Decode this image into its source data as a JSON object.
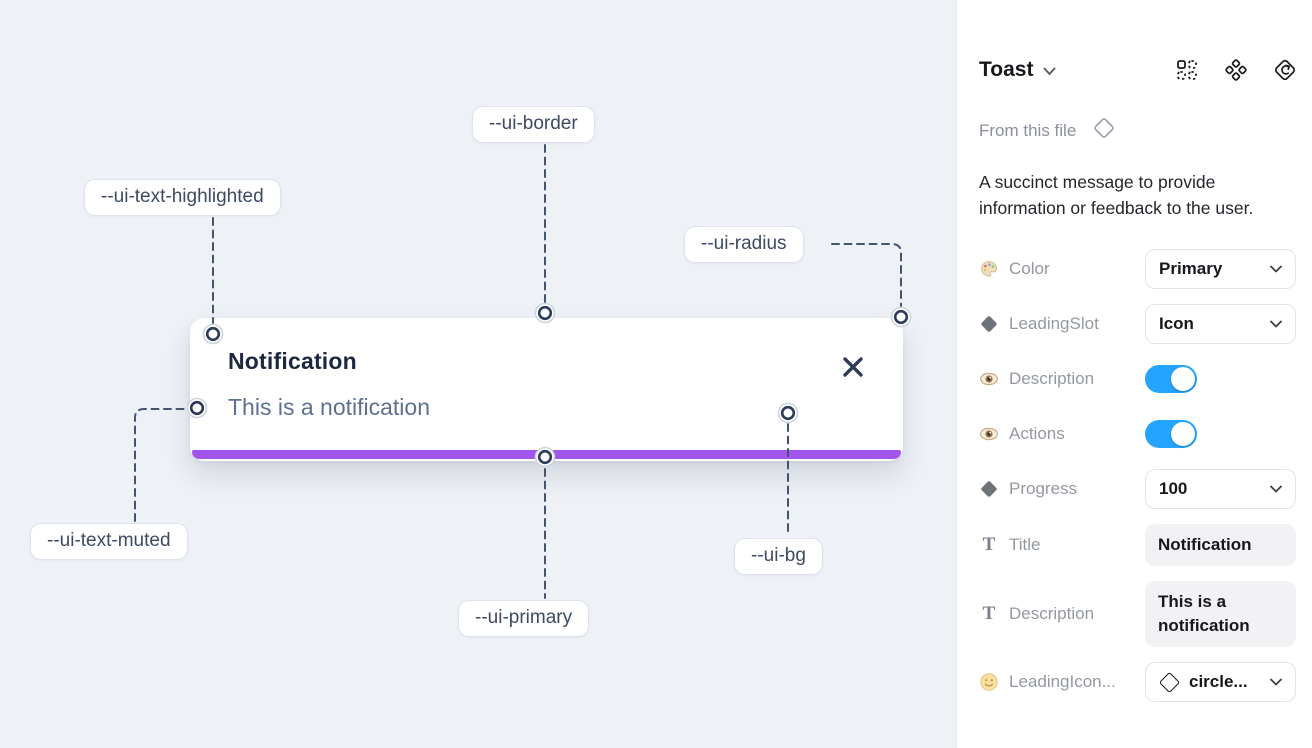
{
  "canvas": {
    "toast": {
      "title": "Notification",
      "description": "This is a notification"
    },
    "annotations": [
      {
        "label": "--ui-border"
      },
      {
        "label": "--ui-text-highlighted"
      },
      {
        "label": "--ui-radius"
      },
      {
        "label": "--ui-text-muted"
      },
      {
        "label": "--ui-primary"
      },
      {
        "label": "--ui-bg"
      }
    ],
    "colors": {
      "canvas_background": "#eef1f6",
      "toast_primary_bar": "#a254ef",
      "annotation_line": "#44536e",
      "toast_title_text": "#1c2841",
      "toast_muted_text": "#5e7090"
    }
  },
  "panel": {
    "title": "Toast",
    "header_icons": [
      "swap-instance-icon",
      "variants-icon",
      "go-to-main-component-icon"
    ],
    "source_label": "From this file",
    "description": "A succinct message to provide information or feedback to the user.",
    "text_icon_glyph": "T",
    "rows": {
      "color": {
        "label": "Color",
        "value": "Primary"
      },
      "leading_slot": {
        "label": "LeadingSlot",
        "value": "Icon"
      },
      "description_toggle": {
        "label": "Description",
        "state": "on"
      },
      "actions_toggle": {
        "label": "Actions",
        "state": "on"
      },
      "progress": {
        "label": "Progress",
        "value": "100"
      },
      "title_field": {
        "label": "Title",
        "value": "Notification"
      },
      "description_field": {
        "label": "Description",
        "value": "This is a notification"
      },
      "leading_icon": {
        "label": "LeadingIcon...",
        "value": "circle..."
      }
    },
    "colors": {
      "toggle_on": "#25a4ff"
    }
  }
}
